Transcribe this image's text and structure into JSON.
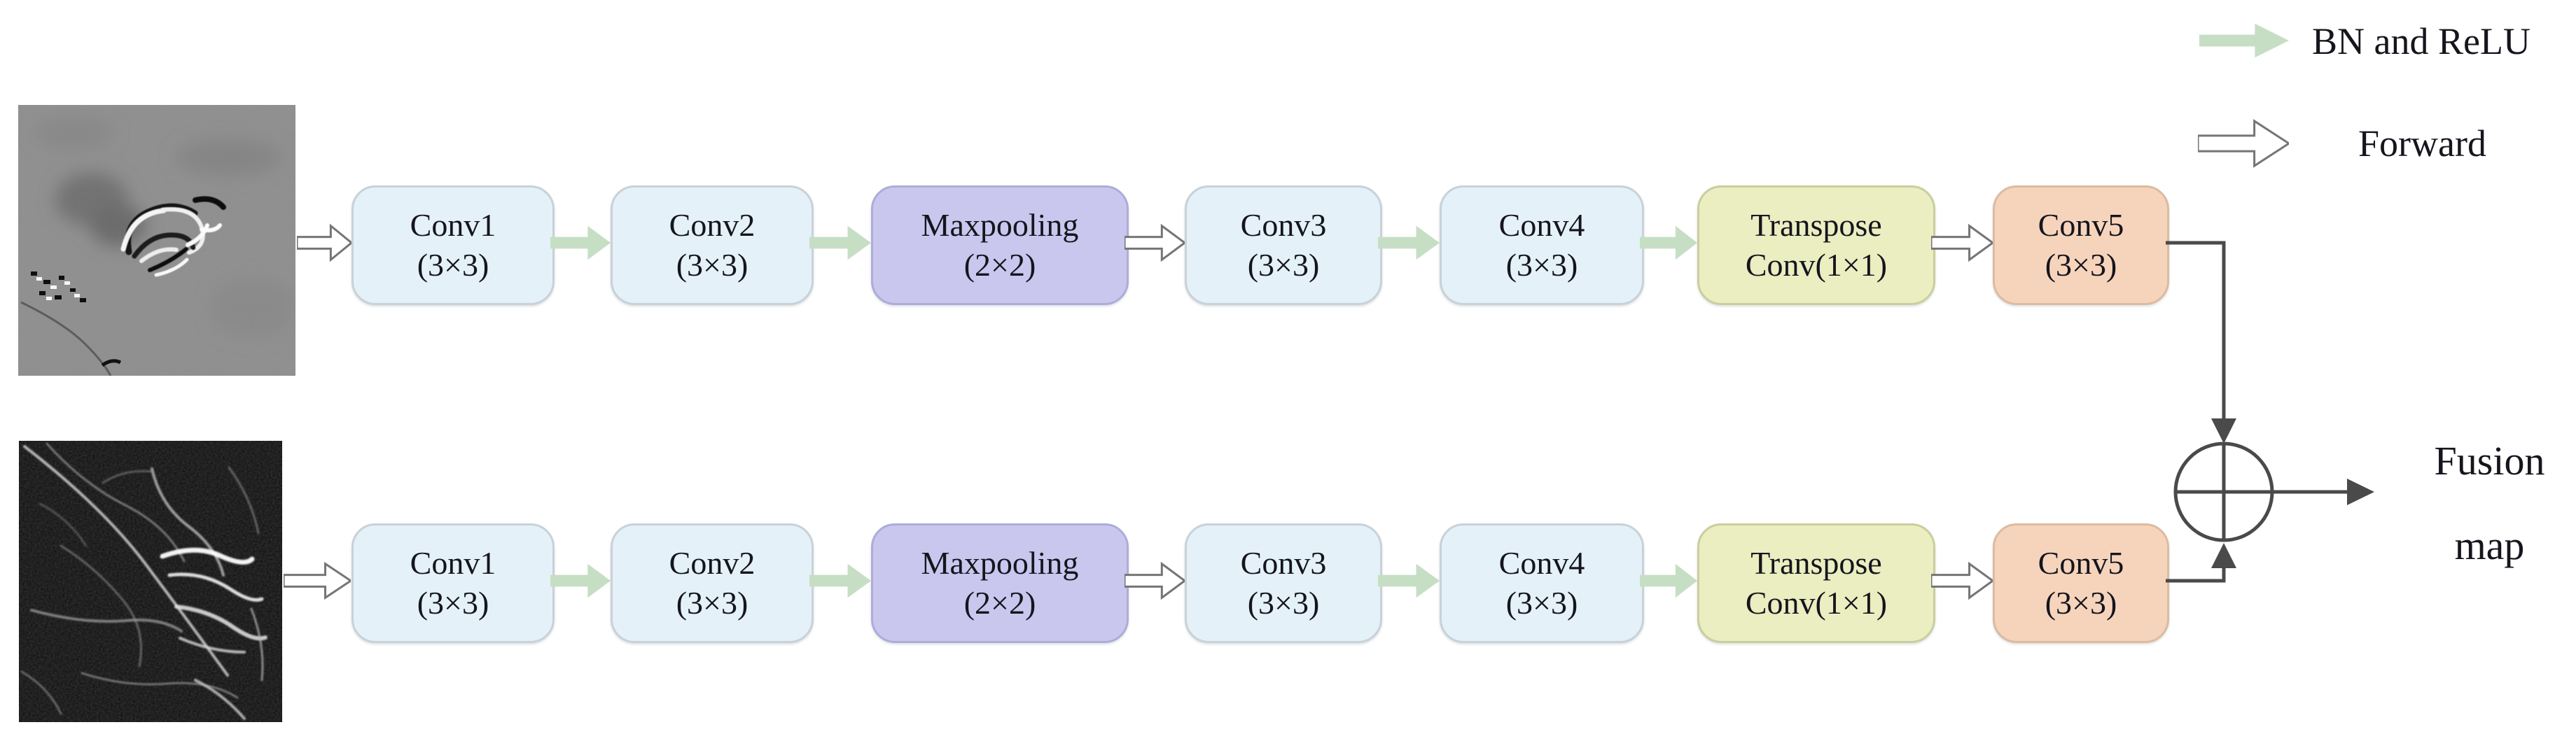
{
  "legend": {
    "items": [
      {
        "icon": "bn-relu-arrow-icon",
        "label": "BN and ReLU"
      },
      {
        "icon": "forward-arrow-icon",
        "label": "Forward"
      }
    ]
  },
  "inputs": [
    {
      "id": "top",
      "description": "grayscale map, mid-gray background with dark patch and bright swirled cluster"
    },
    {
      "id": "bottom",
      "description": "dark gradient-magnitude map with bright curving ridge lines"
    }
  ],
  "branches": [
    {
      "id": "top-branch",
      "blocks": [
        {
          "line1": "Conv1",
          "line2": "(3×3)",
          "type": "conv"
        },
        {
          "line1": "Conv2",
          "line2": "(3×3)",
          "type": "conv"
        },
        {
          "line1": "Maxpooling",
          "line2": "(2×2)",
          "type": "pool"
        },
        {
          "line1": "Conv3",
          "line2": "(3×3)",
          "type": "conv"
        },
        {
          "line1": "Conv4",
          "line2": "(3×3)",
          "type": "conv"
        },
        {
          "line1": "Transpose",
          "line2": "Conv(1×1)",
          "type": "transpose"
        },
        {
          "line1": "Conv5",
          "line2": "(3×3)",
          "type": "conv5"
        }
      ]
    },
    {
      "id": "bottom-branch",
      "blocks": [
        {
          "line1": "Conv1",
          "line2": "(3×3)",
          "type": "conv"
        },
        {
          "line1": "Conv2",
          "line2": "(3×3)",
          "type": "conv"
        },
        {
          "line1": "Maxpooling",
          "line2": "(2×2)",
          "type": "pool"
        },
        {
          "line1": "Conv3",
          "line2": "(3×3)",
          "type": "conv"
        },
        {
          "line1": "Conv4",
          "line2": "(3×3)",
          "type": "conv"
        },
        {
          "line1": "Transpose",
          "line2": "Conv(1×1)",
          "type": "transpose"
        },
        {
          "line1": "Conv5",
          "line2": "(3×3)",
          "type": "conv5"
        }
      ]
    }
  ],
  "connectors": {
    "sequence_per_branch": [
      "forward",
      "bn",
      "bn",
      "forward",
      "bn",
      "bn",
      "forward"
    ]
  },
  "fusion": {
    "operator": "⊕",
    "line1": "Fusion",
    "line2": "map"
  },
  "colors": {
    "conv_fill": "#e4f1f8",
    "pool_fill": "#c9c7ee",
    "transpose_fill": "#eaeec0",
    "conv5_fill": "#f6d4bc",
    "bn_arrow": "#c6dfc4",
    "forward_arrow_stroke": "#757575",
    "fusion_line": "#4a4a4a"
  }
}
